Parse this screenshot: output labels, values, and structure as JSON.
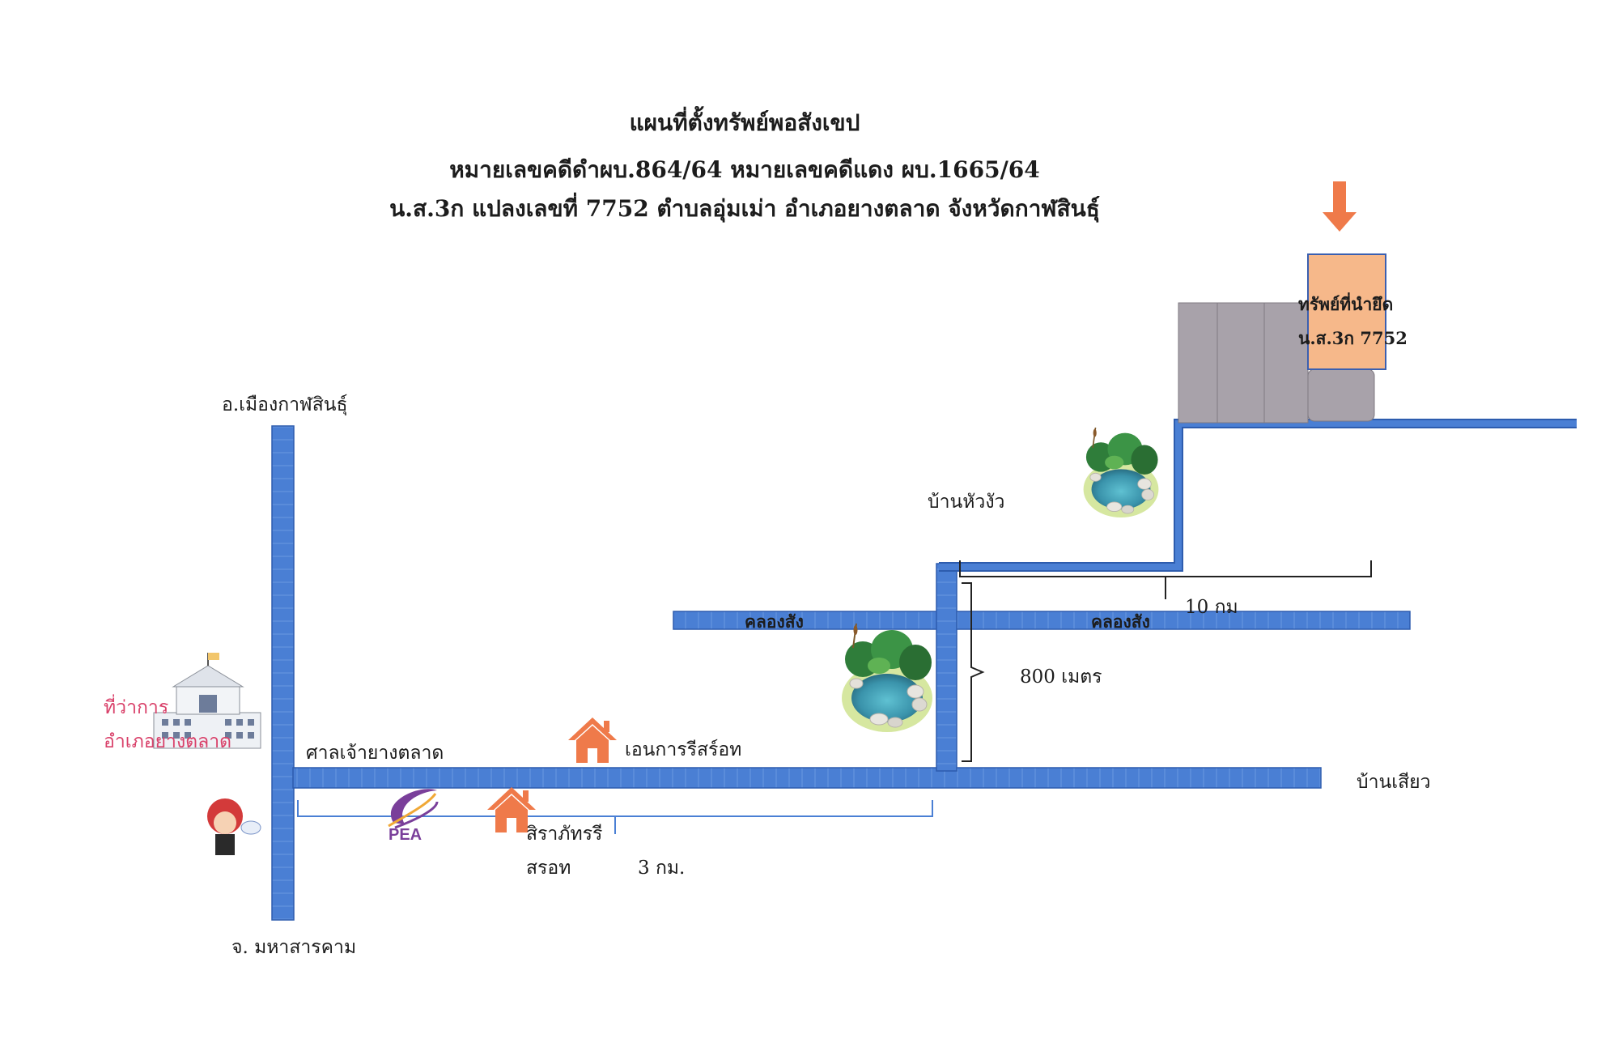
{
  "map": {
    "title_line1": "แผนที่ตั้งทรัพย์พอสังเขป",
    "title_line2": "หมายเลขคดีดำผบ.864/64   หมายเลขคดีแดง  ผบ.1665/64",
    "title_line3": "น.ส.3ก  แปลงเลขที่  7752  ตำบลอุ่มเม่า   อำเภอยางตลาด  จังหวัดกาฬสินธุ์"
  },
  "labels": {
    "north_end": "อ.เมืองกาฬสินธุ์",
    "south_end": "จ. มหาสารคาม",
    "district_office_1": "ที่ว่าการ",
    "district_office_2": "อำเภอยางตลาด",
    "shrine": "ศาลเจ้ายางตลาด",
    "enkarn": "เอนการรีสร์อท",
    "sarapat_1": "สิราภัทรรี",
    "sarapat_2": "สรอท",
    "pea": "PEA",
    "dist_3km": "3  กม.",
    "canal_left": "คลองสัง",
    "canal_right": "คลองสัง",
    "ban_hua_ngua": "บ้านหัวงัว",
    "dist_800m": "800  เมตร",
    "dist_10km": "10 กม",
    "ban_siao": "บ้านเสียว",
    "property_1": "ทรัพย์ที่นำยึด",
    "property_2": "น.ส.3ก 7752"
  },
  "colors": {
    "road": "#4a7fd4",
    "road_edge": "#2d5cae",
    "property": "#f6b88a",
    "neighbor_plot": "#a8a2aa",
    "arrow": "#ef7a4a",
    "house": "#ef7a4a",
    "label_red": "#d9416a"
  },
  "icons": [
    "district-office-icon",
    "post-mascot-icon",
    "pea-logo-icon",
    "house-icon",
    "pond-icon",
    "down-arrow-icon"
  ]
}
